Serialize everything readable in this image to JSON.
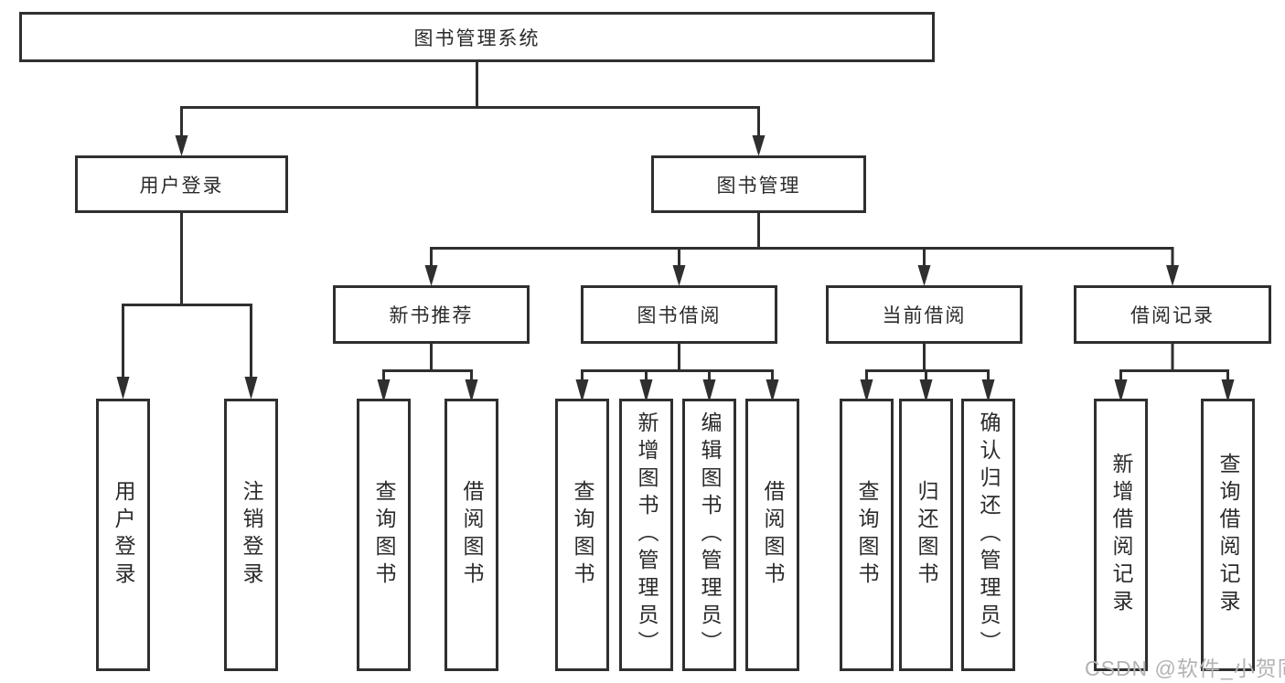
{
  "title": "图书管理系统",
  "tree": {
    "root": {
      "label": "图书管理系统",
      "children": [
        {
          "label": "用户登录",
          "children": [
            {
              "label": "用户登录"
            },
            {
              "label": "注销登录"
            }
          ]
        },
        {
          "label": "图书管理",
          "children": [
            {
              "label": "新书推荐",
              "children": [
                {
                  "label": "查询图书"
                },
                {
                  "label": "借阅图书"
                }
              ]
            },
            {
              "label": "图书借阅",
              "children": [
                {
                  "label": "查询图书"
                },
                {
                  "label": "新增图书（管理员）"
                },
                {
                  "label": "编辑图书（管理员）"
                },
                {
                  "label": "借阅图书"
                }
              ]
            },
            {
              "label": "当前借阅",
              "children": [
                {
                  "label": "查询图书"
                },
                {
                  "label": "归还图书"
                },
                {
                  "label": "确认归还（管理员）"
                }
              ]
            },
            {
              "label": "借阅记录",
              "children": [
                {
                  "label": "新增借阅记录"
                },
                {
                  "label": "查询借阅记录"
                }
              ]
            }
          ]
        }
      ]
    }
  },
  "watermark": {
    "text": "CSDN @软件_小贺同学"
  },
  "colors": {
    "line": "#2f2f2f",
    "box_border": "#2f2f2f",
    "box_fill": "#ffffff",
    "text": "#2b2b2b",
    "watermark": "#b3b3b3"
  }
}
